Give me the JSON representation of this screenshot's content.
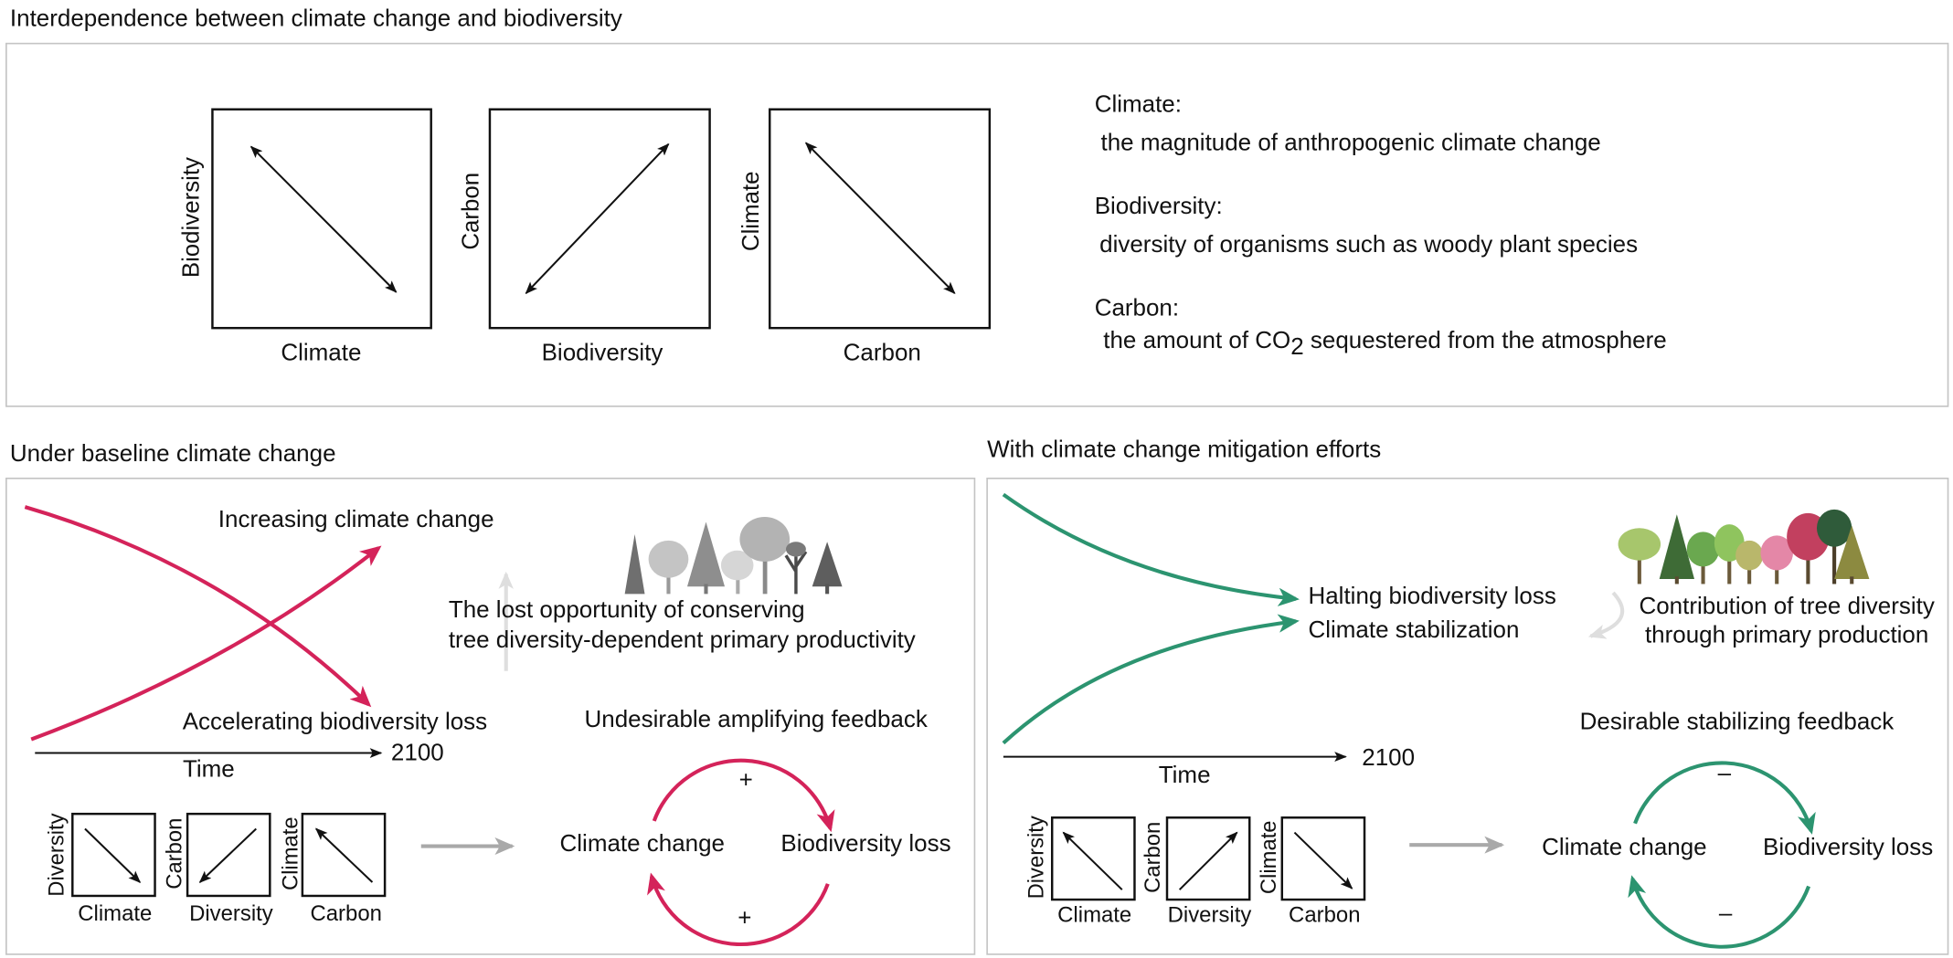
{
  "colors": {
    "amplifying_feedback": "#d4235a",
    "stabilizing_feedback": "#2c9470",
    "transition_arrow": "#a9a9a9",
    "faint_arrow": "#dedede",
    "frame": "#c4c4c4"
  },
  "interdependence": {
    "title": "Interdependence between climate change and biodiversity",
    "panels": [
      {
        "y_label": "Biodiversity",
        "x_label": "Climate"
      },
      {
        "y_label": "Carbon",
        "x_label": "Biodiversity"
      },
      {
        "y_label": "Climate",
        "x_label": "Carbon"
      }
    ],
    "definitions": [
      {
        "term": "Climate:",
        "text": "the magnitude of anthropogenic climate change"
      },
      {
        "term": "Biodiversity:",
        "text": "diversity of organisms such as woody plant species"
      },
      {
        "term": "Carbon:",
        "text_before": "the amount of CO",
        "text_sub": "2",
        "text_after": " sequestered from the atmosphere"
      }
    ]
  },
  "baseline": {
    "title": "Under baseline climate change",
    "curve_up_label": "Increasing climate change",
    "curve_down_label": "Accelerating biodiversity loss",
    "time_label": "Time",
    "end_year": "2100",
    "opportunity_line1": "The lost opportunity of conserving",
    "opportunity_line2": "tree diversity-dependent primary productivity",
    "feedback_title": "Undesirable amplifying feedback",
    "loop_left": "Climate change",
    "loop_right": "Biodiversity loss",
    "loop_sign_top": "+",
    "loop_sign_bottom": "+",
    "mini_panels": [
      {
        "y_label": "Diversity",
        "x_label": "Climate"
      },
      {
        "y_label": "Carbon",
        "x_label": "Diversity"
      },
      {
        "y_label": "Climate",
        "x_label": "Carbon"
      }
    ]
  },
  "mitigation": {
    "title": "With climate change mitigation efforts",
    "outcome_line1": "Halting biodiversity loss",
    "outcome_line2": "Climate stabilization",
    "contribution_line1": "Contribution of tree diversity",
    "contribution_line2": "through primary production",
    "feedback_title": "Desirable stabilizing feedback",
    "time_label": "Time",
    "end_year": "2100",
    "loop_left": "Climate change",
    "loop_right": "Biodiversity loss",
    "loop_sign_top": "–",
    "loop_sign_bottom": "–",
    "mini_panels": [
      {
        "y_label": "Diversity",
        "x_label": "Climate"
      },
      {
        "y_label": "Carbon",
        "x_label": "Diversity"
      },
      {
        "y_label": "Climate",
        "x_label": "Carbon"
      }
    ]
  }
}
